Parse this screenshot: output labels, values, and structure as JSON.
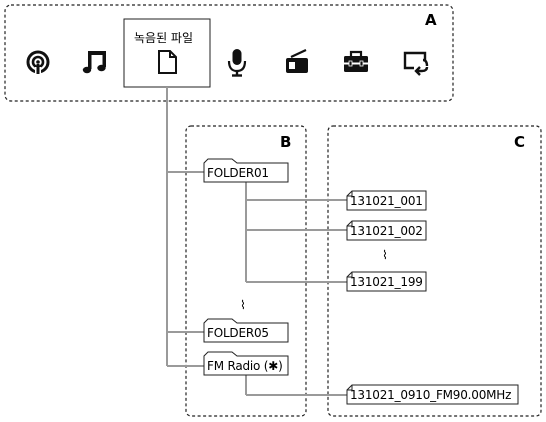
{
  "regions": {
    "a": "A",
    "b": "B",
    "c": "C"
  },
  "menu": {
    "selected_label": "녹음된 파일",
    "icons": [
      "podcast-icon",
      "music-note-icon",
      "recorded-file-icon",
      "microphone-icon",
      "radio-icon",
      "toolbox-icon",
      "return-icon"
    ]
  },
  "folders": [
    "FOLDER01",
    "FOLDER05",
    "FM Radio (✱)"
  ],
  "files": [
    "131021_001",
    "131021_002",
    "131021_199",
    "131021_0910_FM90.00MHz"
  ],
  "ellipsis": "⌇"
}
